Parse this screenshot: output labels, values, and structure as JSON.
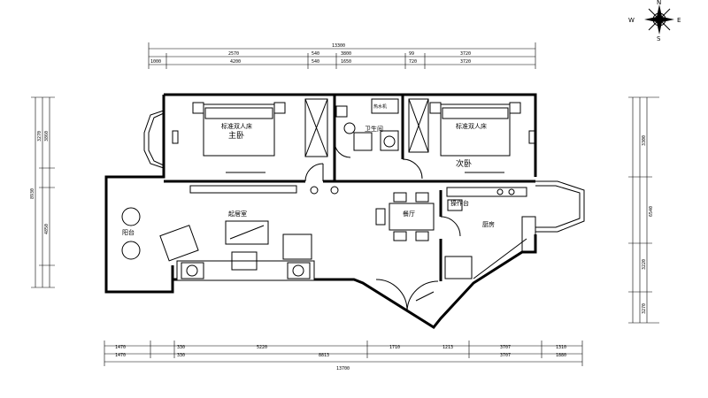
{
  "compass": {
    "n": "N",
    "s": "S",
    "e": "E",
    "w": "W"
  },
  "rooms": {
    "master_bedroom": "主卧",
    "second_bedroom": "次卧",
    "living_room": "起居室",
    "dining_room": "餐厅",
    "kitchen": "厨房",
    "bathroom": "卫生间",
    "operation_table": "操作台",
    "double_bed_1": "标准双人床",
    "double_bed_2": "标准双人床",
    "water_heater": "热水机",
    "balcony": "阳台"
  },
  "dims_top": {
    "total": "13300",
    "r1": [
      "2570",
      "1000",
      "540",
      "3800",
      "99",
      "3720"
    ],
    "r2": [
      "4200",
      "540",
      "1650",
      "720",
      "3720"
    ]
  },
  "dims_bottom": {
    "total": "13700",
    "r1": [
      "1470",
      "330",
      "5220",
      "1710",
      "1213",
      "3707",
      "1310"
    ],
    "r2": [
      "1470",
      "330",
      "8813",
      "3707",
      "1880"
    ]
  },
  "dims_left": [
    "3270",
    "3860",
    "8930",
    "4850"
  ],
  "dims_right": [
    "3300",
    "6540",
    "3220",
    "3270"
  ]
}
